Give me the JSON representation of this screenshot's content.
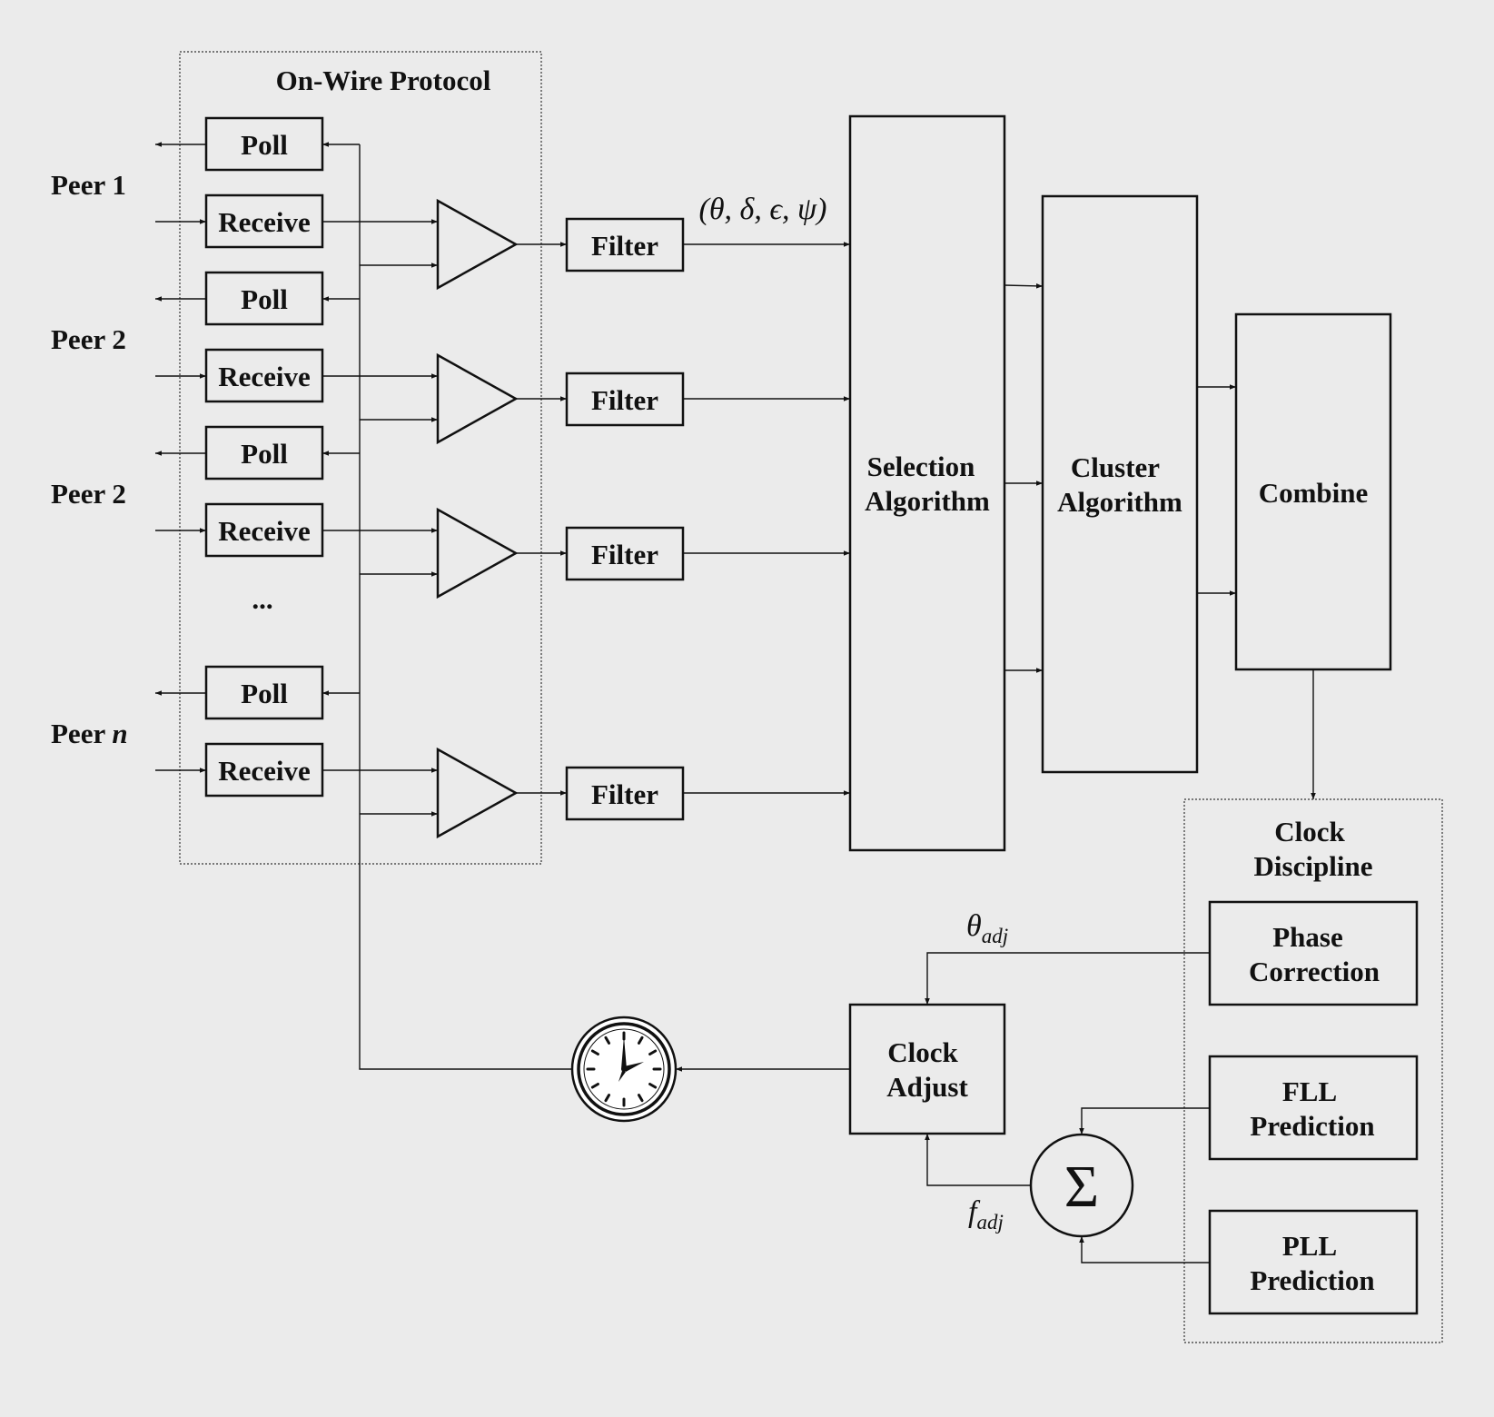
{
  "protocol": {
    "title": "On-Wire Protocol",
    "ellipsis": "..."
  },
  "peers": [
    {
      "label": "Peer 1",
      "poll_label": "Poll",
      "receive_label": "Receive",
      "filter_label": "Filter"
    },
    {
      "label": "Peer 2",
      "poll_label": "Poll",
      "receive_label": "Receive",
      "filter_label": "Filter"
    },
    {
      "label": "Peer 2",
      "poll_label": "Poll",
      "receive_label": "Receive",
      "filter_label": "Filter"
    },
    {
      "label": "Peer ",
      "label_var": "n",
      "poll_label": "Poll",
      "receive_label": "Receive",
      "filter_label": "Filter"
    }
  ],
  "filter_output": {
    "label": "(θ, δ, ϵ, ψ)"
  },
  "selection": {
    "line1": "Selection",
    "line2": "Algorithm"
  },
  "cluster": {
    "line1": "Cluster",
    "line2": "Algorithm"
  },
  "combine": {
    "label": "Combine"
  },
  "clock_discipline": {
    "title_line1": "Clock",
    "title_line2": "Discipline",
    "phase": {
      "line1": "Phase",
      "line2": "Correction"
    },
    "fll": {
      "line1": "FLL",
      "line2": "Prediction"
    },
    "pll": {
      "line1": "PLL",
      "line2": "Prediction"
    }
  },
  "clock_adjust": {
    "line1": "Clock",
    "line2": "Adjust"
  },
  "theta_adj": {
    "symbol": "θ",
    "sub": "adj"
  },
  "f_adj": {
    "symbol": "f",
    "sub": "adj"
  },
  "sum_symbol": "Σ",
  "clock_icon": "clock-icon"
}
